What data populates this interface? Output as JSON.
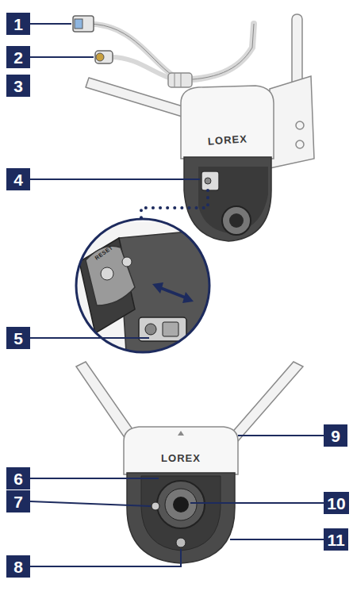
{
  "diagram": {
    "nodes": [
      {
        "text": [
          "1"
        ]
      },
      {
        "text": [
          "2"
        ]
      },
      {
        "text": [
          "3"
        ]
      },
      {
        "text": [
          "4"
        ]
      },
      {
        "text": [
          "5"
        ]
      },
      {
        "text": [
          "9"
        ]
      },
      {
        "text": [
          "6"
        ]
      },
      {
        "text": [
          "7"
        ]
      },
      {
        "text": [
          "10"
        ]
      },
      {
        "text": [
          "11"
        ]
      },
      {
        "text": [
          "8"
        ]
      }
    ],
    "labels": [
      "LOREX",
      "RESET",
      "LOREX"
    ]
  }
}
